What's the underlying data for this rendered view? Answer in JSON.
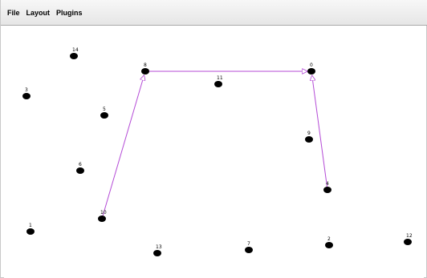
{
  "menu": {
    "items": [
      {
        "label": "File"
      },
      {
        "label": "Layout"
      },
      {
        "label": "Plugins"
      }
    ]
  },
  "graph": {
    "nodes": [
      {
        "id": "1",
        "label": "1"
      },
      {
        "id": "2",
        "label": "2"
      },
      {
        "id": "3",
        "label": "3"
      },
      {
        "id": "4",
        "label": "4"
      },
      {
        "id": "5",
        "label": "5"
      },
      {
        "id": "6",
        "label": "6"
      },
      {
        "id": "7",
        "label": "7"
      },
      {
        "id": "8",
        "label": "8"
      },
      {
        "id": "9",
        "label": "9"
      },
      {
        "id": "10",
        "label": "10"
      },
      {
        "id": "11",
        "label": "11"
      },
      {
        "id": "12",
        "label": "12"
      },
      {
        "id": "13",
        "label": "13"
      },
      {
        "id": "14",
        "label": "14"
      },
      {
        "id": "0",
        "label": "0"
      }
    ],
    "edges": [
      {
        "from": "10",
        "to": "8"
      },
      {
        "from": "8",
        "to": "0"
      },
      {
        "from": "4",
        "to": "0"
      }
    ],
    "node_color": "#000000",
    "edge_color": "#b44bd6",
    "background": "#ffffff"
  }
}
